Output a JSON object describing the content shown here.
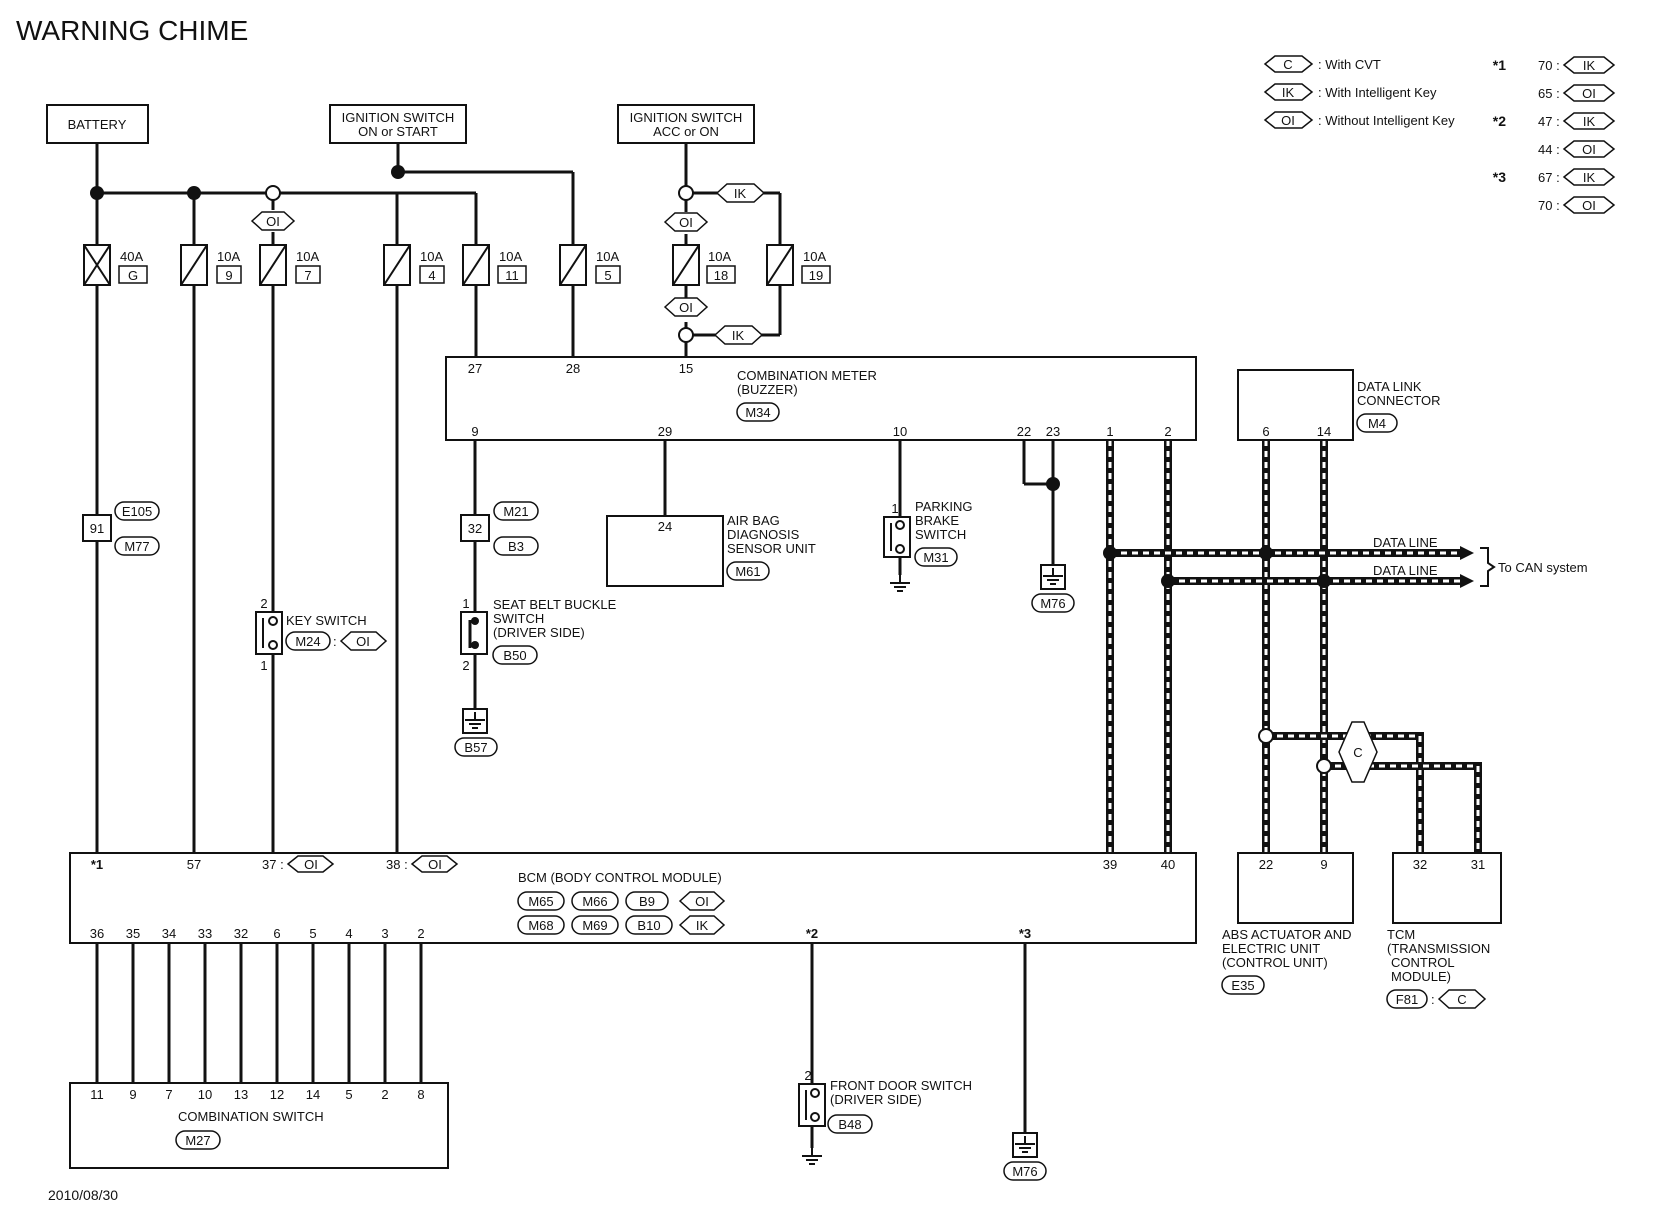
{
  "title": "WARNING CHIME",
  "date": "2010/08/30",
  "legend": {
    "options": [
      {
        "code": "C",
        "text": ": With CVT"
      },
      {
        "code": "IK",
        "text": ": With Intelligent Key"
      },
      {
        "code": "OI",
        "text": ": Without Intelligent Key"
      }
    ],
    "notes": [
      {
        "star": "*1",
        "pin": "70 :",
        "code": "IK"
      },
      {
        "star": "",
        "pin": "65 :",
        "code": "OI"
      },
      {
        "star": "*2",
        "pin": "47 :",
        "code": "IK"
      },
      {
        "star": "",
        "pin": "44 :",
        "code": "OI"
      },
      {
        "star": "*3",
        "pin": "67 :",
        "code": "IK"
      },
      {
        "star": "",
        "pin": "70 :",
        "code": "OI"
      }
    ]
  },
  "power": {
    "battery": "BATTERY",
    "ign_start": [
      "IGNITION SWITCH",
      "ON or START"
    ],
    "ign_acc": [
      "IGNITION SWITCH",
      "ACC or ON"
    ]
  },
  "fuses": [
    {
      "amp": "40A",
      "no": "G"
    },
    {
      "amp": "10A",
      "no": "9"
    },
    {
      "amp": "10A",
      "no": "7"
    },
    {
      "amp": "10A",
      "no": "4"
    },
    {
      "amp": "10A",
      "no": "11"
    },
    {
      "amp": "10A",
      "no": "5"
    },
    {
      "amp": "10A",
      "no": "18"
    },
    {
      "amp": "10A",
      "no": "19"
    }
  ],
  "tags": {
    "oi": "OI",
    "ik": "IK",
    "c": "C"
  },
  "combination_meter": {
    "name": [
      "COMBINATION METER",
      "(BUZZER)"
    ],
    "connector": "M34",
    "top_pins": [
      "27",
      "28",
      "15"
    ],
    "bottom_pins": [
      "9",
      "29",
      "10",
      "22",
      "23",
      "1",
      "2"
    ]
  },
  "data_link": {
    "name": [
      "DATA LINK",
      "CONNECTOR"
    ],
    "connector": "M4",
    "pins": [
      "6",
      "14"
    ]
  },
  "joint_1": {
    "pin": "91",
    "c1": "E105",
    "c2": "M77"
  },
  "joint_2": {
    "pin": "32",
    "c1": "M21",
    "c2": "B3"
  },
  "key_switch": {
    "name": "KEY SWITCH",
    "connector": "M24",
    "sep": ":",
    "pins": [
      "2",
      "1"
    ]
  },
  "seat_belt": {
    "name": [
      "SEAT BELT BUCKLE",
      "SWITCH",
      "(DRIVER SIDE)"
    ],
    "connector": "B50",
    "pins": [
      "1",
      "2"
    ],
    "ground": "B57"
  },
  "airbag": {
    "name": [
      "AIR BAG",
      "DIAGNOSIS",
      "SENSOR UNIT"
    ],
    "connector": "M61",
    "pin": "24"
  },
  "parking_brake": {
    "name": [
      "PARKING",
      "BRAKE",
      "SWITCH"
    ],
    "connector": "M31",
    "pin": "1"
  },
  "ground_m76": "M76",
  "data_lines": [
    "DATA LINE",
    "DATA LINE"
  ],
  "can_label": "To CAN system",
  "bcm": {
    "name": "BCM (BODY CONTROL MODULE)",
    "row1": [
      "M65",
      "M66",
      "B9"
    ],
    "row2": [
      "M68",
      "M69",
      "B10"
    ],
    "top_pins": [
      "*1",
      "57",
      "37 :",
      "38 :",
      "39",
      "40"
    ],
    "bottom_pins": [
      "36",
      "35",
      "34",
      "33",
      "32",
      "6",
      "5",
      "4",
      "3",
      "2",
      "*2",
      "*3"
    ]
  },
  "combination_switch": {
    "name": "COMBINATION SWITCH",
    "connector": "M27",
    "pins": [
      "11",
      "9",
      "7",
      "10",
      "13",
      "12",
      "14",
      "5",
      "2",
      "8"
    ]
  },
  "front_door": {
    "name": [
      "FRONT DOOR SWITCH",
      "(DRIVER SIDE)"
    ],
    "connector": "B48",
    "pin": "2"
  },
  "abs": {
    "name": [
      "ABS ACTUATOR AND",
      "ELECTRIC UNIT",
      "(CONTROL UNIT)"
    ],
    "connector": "E35",
    "pins": [
      "22",
      "9"
    ]
  },
  "tcm": {
    "name": [
      "TCM",
      "(TRANSMISSION",
      "CONTROL",
      "MODULE)"
    ],
    "connector": "F81",
    "pins": [
      "32",
      "31"
    ]
  }
}
